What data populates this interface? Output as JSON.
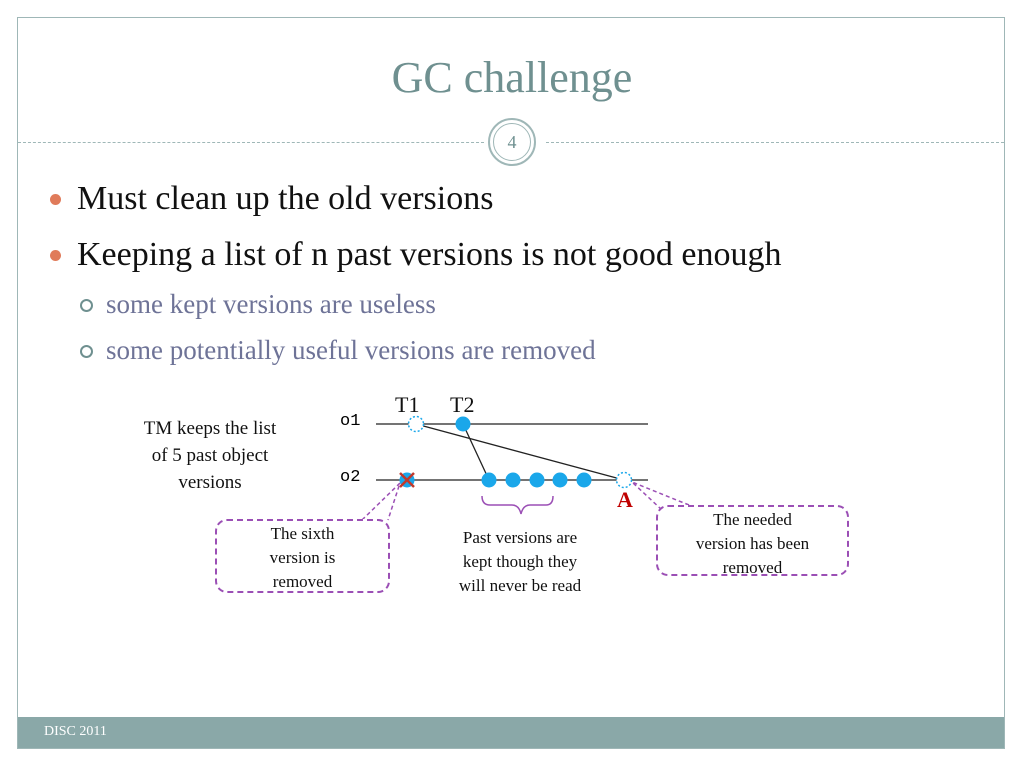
{
  "slide": {
    "title": "GC challenge",
    "page_number": "4",
    "footer": "DISC 2011"
  },
  "bullets": [
    "Must clean up the old versions",
    "Keeping a list of n past versions is not good enough"
  ],
  "sub_bullets": [
    "some kept versions are useless",
    "some potentially useful versions are removed"
  ],
  "diagram": {
    "caption_lines": [
      "TM keeps the list",
      "of 5 past object",
      "versions"
    ],
    "object1": "o1",
    "object2": "o2",
    "t1": "T1",
    "t2": "T2",
    "a_label": "A",
    "callout_left": [
      "The sixth",
      "version is",
      "removed"
    ],
    "brace_text": [
      "Past versions are",
      "kept though they",
      "will never be read"
    ],
    "callout_right": [
      "The needed",
      "version has been",
      "removed"
    ]
  },
  "colors": {
    "title": "#6f9090",
    "accent": "#e07b5a",
    "sub_text": "#6e7397",
    "node_fill": "#1aa7ea",
    "callout_border": "#9b4fb5",
    "cross": "#c0392b",
    "footer_bg": "#8aa8a8"
  }
}
